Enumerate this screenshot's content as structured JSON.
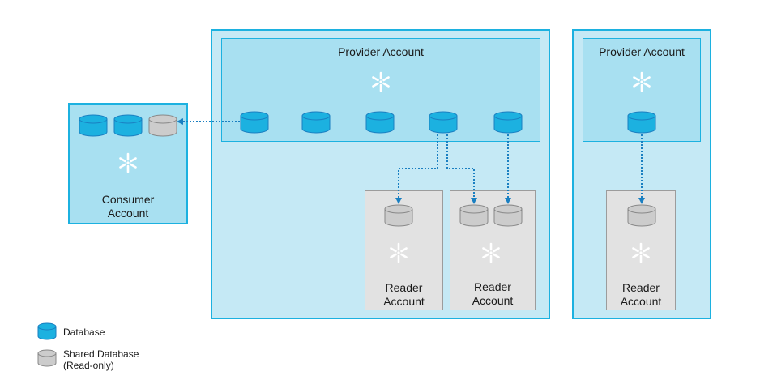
{
  "provider_account_1": {
    "label": "Provider Account"
  },
  "provider_account_2": {
    "label": "Provider Account"
  },
  "consumer_account": {
    "line1": "Consumer",
    "line2": "Account"
  },
  "reader_account_1": {
    "line1": "Reader",
    "line2": "Account"
  },
  "reader_account_2": {
    "line1": "Reader",
    "line2": "Account"
  },
  "reader_account_3": {
    "line1": "Reader",
    "line2": "Account"
  },
  "legend": {
    "database": "Database",
    "shared_line1": "Shared Database",
    "shared_line2": "(Read-only)"
  },
  "colors": {
    "database_fill": "#1cb1e0",
    "shared_fill": "#cccccc",
    "accent": "#1a7fc1"
  },
  "icons": {
    "account": "snowflake-icon",
    "database": "database-icon",
    "shared_database": "shared-database-icon"
  }
}
